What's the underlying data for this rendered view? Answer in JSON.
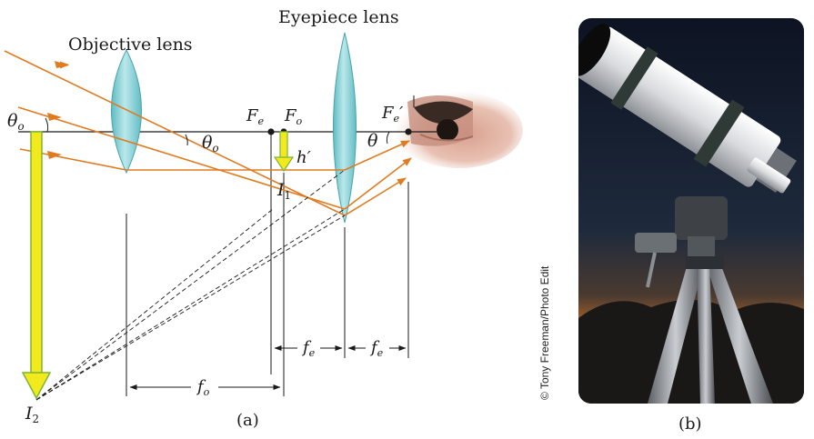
{
  "diagram_a": {
    "label_objective": "Objective lens",
    "label_eyepiece": "Eyepiece lens",
    "theta_o": {
      "base": "θ",
      "sub": "o"
    },
    "theta": "θ",
    "F_e": {
      "base": "F",
      "sub": "e"
    },
    "F_o": {
      "base": "F",
      "sub": "o"
    },
    "F_e_prime": {
      "base": "F",
      "sub": "e",
      "prime": "′"
    },
    "h_prime": "h′",
    "I1": {
      "base": "I",
      "sub": "1"
    },
    "I2": {
      "base": "I",
      "sub": "2"
    },
    "f_e": {
      "base": "f",
      "sub": "e"
    },
    "f_o": {
      "base": "f",
      "sub": "o"
    },
    "caption": "(a)"
  },
  "photo_b": {
    "credit": "© Tony Freeman/Photo Edit",
    "caption": "(b)"
  },
  "colors": {
    "ray": "#e07b20",
    "image_arrow_fill": "#f2ea1c",
    "image_arrow_stroke": "#7bb536",
    "lens_fill": "#8fd3d8",
    "lens_stroke": "#4aa3ad",
    "line": "#1a1a1a"
  }
}
